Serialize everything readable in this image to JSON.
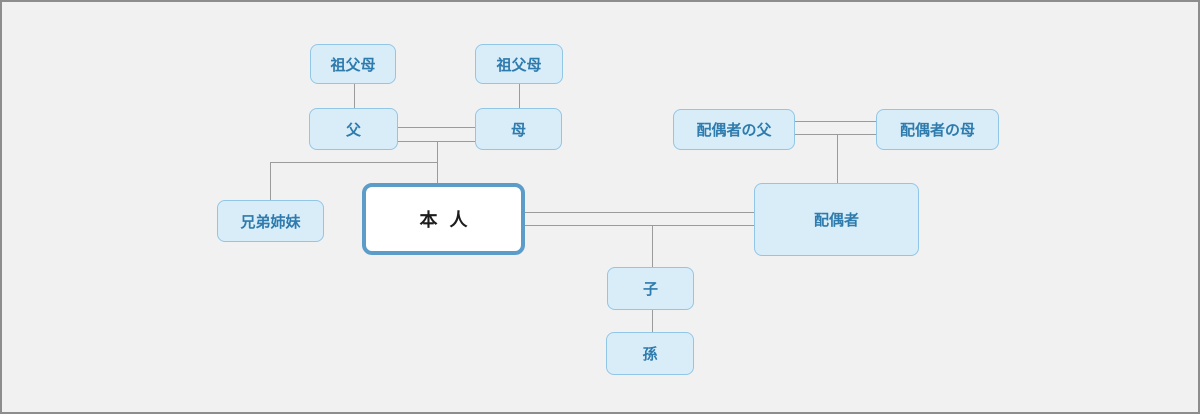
{
  "colors": {
    "background": "#f1f1f2",
    "frame_border": "#8d8d8d",
    "node_fill": "#d9edf9",
    "node_border": "#92c6e6",
    "node_text": "#2e7bad",
    "self_fill": "#ffffff",
    "self_border": "#5b9cc9",
    "self_text": "#1c1c1c",
    "line": "#9b9b9b"
  },
  "nodes": {
    "grandparents_paternal": {
      "label": "祖父母"
    },
    "grandparents_maternal": {
      "label": "祖父母"
    },
    "father": {
      "label": "父"
    },
    "mother": {
      "label": "母"
    },
    "spouse_father": {
      "label": "配偶者の父"
    },
    "spouse_mother": {
      "label": "配偶者の母"
    },
    "siblings": {
      "label": "兄弟姉妹"
    },
    "self": {
      "label": "本人"
    },
    "spouse": {
      "label": "配偶者"
    },
    "child": {
      "label": "子"
    },
    "grandchild": {
      "label": "孫"
    }
  },
  "edges": [
    {
      "from": "grandparents_paternal",
      "to": "father",
      "type": "parent-child"
    },
    {
      "from": "grandparents_maternal",
      "to": "mother",
      "type": "parent-child"
    },
    {
      "from": "father",
      "to": "mother",
      "type": "marriage-double-line"
    },
    {
      "from": "father_mother",
      "to": "self",
      "type": "parent-child"
    },
    {
      "from": "father_mother",
      "to": "siblings",
      "type": "parent-child"
    },
    {
      "from": "spouse_father",
      "to": "spouse_mother",
      "type": "marriage-double-line"
    },
    {
      "from": "spouse_parents",
      "to": "spouse",
      "type": "parent-child"
    },
    {
      "from": "self",
      "to": "spouse",
      "type": "marriage-double-line"
    },
    {
      "from": "self_spouse",
      "to": "child",
      "type": "parent-child"
    },
    {
      "from": "child",
      "to": "grandchild",
      "type": "parent-child"
    }
  ]
}
